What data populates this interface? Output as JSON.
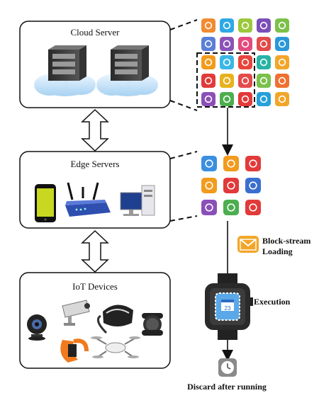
{
  "boxes": {
    "cloud": "Cloud Server",
    "edge": "Edge Servers",
    "iot": "IoT Devices"
  },
  "labels": {
    "block_stream_line1": "Block-stream",
    "block_stream_line2": "Loading",
    "execution": "Execution",
    "discard": "Discard after running",
    "watch_date": "23"
  },
  "app_grid_colors": [
    [
      "#f28a30",
      "#2ea8e6",
      "#9cc83c",
      "#7b4fb8",
      "#7cc04a"
    ],
    [
      "#5a7fd6",
      "#8b52b8",
      "#e34a7e",
      "#e04b4b",
      "#2a98d8"
    ],
    [
      "#f29b1d",
      "#3ab7e8",
      "#e8453c",
      "#28b3a6",
      "#f2a629"
    ],
    [
      "#e23a3a",
      "#e8b21d",
      "#e54b4b",
      "#7cc04a",
      "#f07030"
    ],
    [
      "#8a4fb8",
      "#4cae4f",
      "#e23a3a",
      "#26a0da",
      "#f2a629"
    ]
  ],
  "edge_app_colors": [
    [
      "#3a8fe0",
      "#f29b1d",
      "#e23a3a"
    ],
    [
      "#f29b1d",
      "#e23a3a",
      "#3a6fd0"
    ],
    [
      "#8a4fb8",
      "#4cae4f",
      "#e23a3a"
    ]
  ]
}
